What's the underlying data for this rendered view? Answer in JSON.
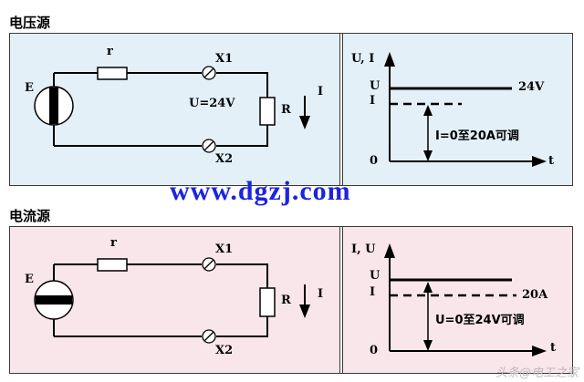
{
  "voltage_source": {
    "title": "电压源",
    "circuit": {
      "source_label": "E",
      "resistor_r": "r",
      "terminal_1": "X1",
      "terminal_2": "X2",
      "load_label": "R",
      "voltage_text": "U=24V",
      "current_label": "I"
    },
    "graph": {
      "axis_label": "U, I",
      "u_label": "U",
      "i_label": "I",
      "value_label": "24V",
      "range_text": "I=0至20A可调",
      "origin": "0",
      "x_label": "t"
    }
  },
  "current_source": {
    "title": "电流源",
    "circuit": {
      "source_label": "E",
      "resistor_r": "r",
      "terminal_1": "X1",
      "terminal_2": "X2",
      "load_label": "R",
      "current_label": "I"
    },
    "graph": {
      "axis_label": "I, U",
      "u_label": "U",
      "i_label": "I",
      "value_label": "20A",
      "range_text": "U=0至24V可调",
      "origin": "0",
      "x_label": "t"
    }
  },
  "watermark": "www.dgzj.com",
  "corner_watermark": "头条@电工之家"
}
